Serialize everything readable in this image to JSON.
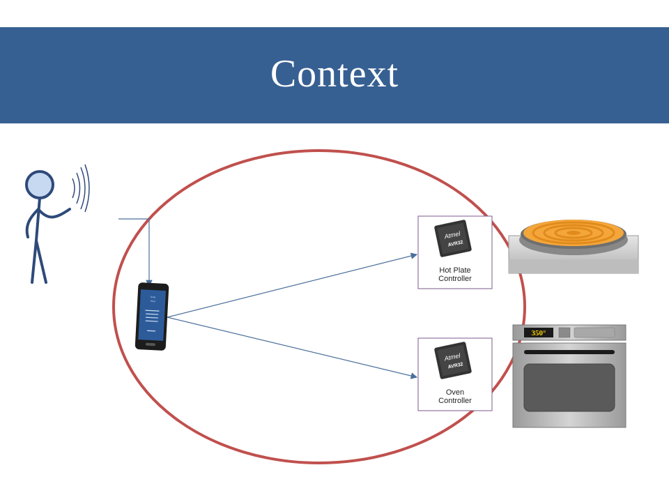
{
  "slide": {
    "title": "Context"
  },
  "controllers": {
    "hotplate": {
      "line1": "Hot Plate",
      "line2": "Controller",
      "chip_brand": "Atmel",
      "chip_model": "AVR32"
    },
    "oven": {
      "line1": "Oven",
      "line2": "Controller",
      "chip_brand": "Atmel",
      "chip_model": "AVR32"
    }
  },
  "oven_display": {
    "temperature": "350°"
  },
  "phone_screen": {
    "lines": [
      "Sous",
      "Chef",
      "",
      "",
      "",
      "",
      "",
      ""
    ]
  },
  "colors": {
    "title_bar": "#376092",
    "context_ellipse": "#c0504d",
    "connector": "#4a6f9b",
    "person": "#2e4a7a"
  }
}
